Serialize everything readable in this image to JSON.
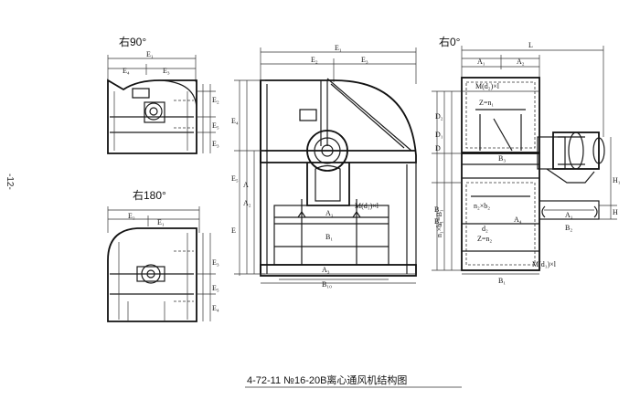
{
  "page_number": "-12-",
  "caption": "4-72-11 №16-20B离心通风机结构图",
  "views": {
    "right90": {
      "label": "右90°"
    },
    "right180": {
      "label": "右180°"
    },
    "right0": {
      "label": "右0°"
    }
  },
  "dims": {
    "E": "E",
    "E1": "E₁",
    "E2": "E₂",
    "E3": "E₃",
    "E4": "E₄",
    "E5": "E₅",
    "A": "A",
    "A1": "A₁",
    "A2": "A₂",
    "A3": "A₃",
    "A4": "A₄",
    "B": "B",
    "B1": "B₁",
    "B2": "B₂",
    "B3": "B₃",
    "B10": "B₁₀",
    "H": "H",
    "H1": "H₁",
    "L": "L",
    "D": "D",
    "D1": "D₁",
    "D2": "D₂",
    "d2": "d₂",
    "bolt1": "M(d₁)×l",
    "bolt2": "M(d₂)×l",
    "bolt3": "M(d₁)×l",
    "z1": "Z=n₁",
    "z2": "Z=n₂",
    "nb": "n₂×b₂",
    "nbl": "n₁×b₁=B₁"
  }
}
